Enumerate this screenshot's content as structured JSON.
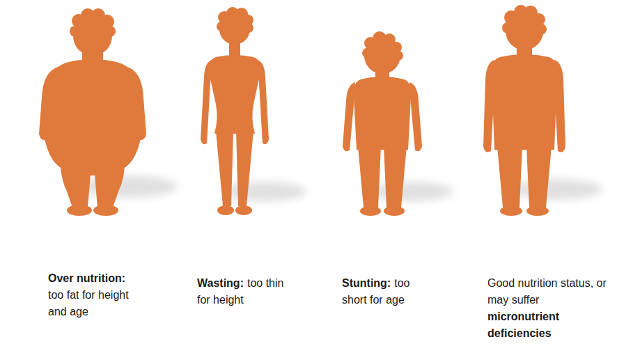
{
  "diagram": {
    "labels": [
      "Over nutrition:",
      "too fat for height and age",
      "Wasting:",
      "too thin for height",
      "Stunting:",
      "too short for age",
      "Good nutrition status, or may suffer",
      "micronutrient deficiencies"
    ]
  }
}
